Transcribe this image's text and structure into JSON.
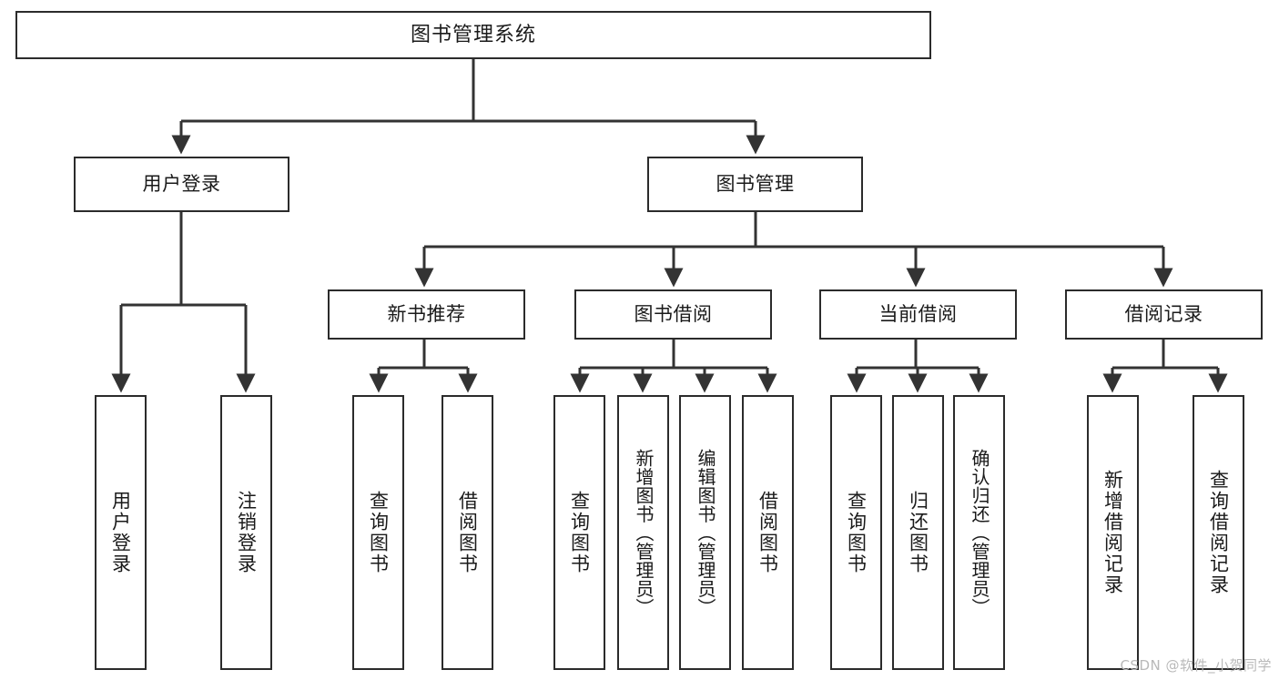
{
  "diagram": {
    "title": "图书管理系统",
    "type": "hierarchy-tree",
    "watermark": "CSDN @软件_小贺同学",
    "colors": {
      "box_border": "#2b2b2b",
      "box_fill": "#ffffff",
      "connector": "#333333",
      "text": "#1a1a1a",
      "watermark": "#b9b9b9"
    },
    "levels": {
      "level1": "系统",
      "level2": "主模块",
      "level3": "子模块",
      "level4": "功能"
    }
  },
  "nodes": {
    "root": {
      "label": "图书管理系统"
    },
    "level2": [
      {
        "id": "user-login",
        "label": "用户登录"
      },
      {
        "id": "book-management",
        "label": "图书管理"
      }
    ],
    "level3": [
      {
        "id": "new-book-recommend",
        "label": "新书推荐"
      },
      {
        "id": "book-borrow",
        "label": "图书借阅"
      },
      {
        "id": "current-borrow",
        "label": "当前借阅"
      },
      {
        "id": "borrow-record",
        "label": "借阅记录"
      }
    ],
    "leaves": {
      "user-login": [
        {
          "id": "login",
          "label": "用户登录"
        },
        {
          "id": "logout",
          "label": "注销登录"
        }
      ],
      "new-book-recommend": [
        {
          "id": "query-book-1",
          "label": "查询图书"
        },
        {
          "id": "borrow-book-1",
          "label": "借阅图书"
        }
      ],
      "book-borrow": [
        {
          "id": "query-book-2",
          "label": "查询图书"
        },
        {
          "id": "add-book",
          "label": "新增图书（管理员）"
        },
        {
          "id": "edit-book",
          "label": "编辑图书（管理员）"
        },
        {
          "id": "borrow-book-2",
          "label": "借阅图书"
        }
      ],
      "current-borrow": [
        {
          "id": "query-book-3",
          "label": "查询图书"
        },
        {
          "id": "return-book",
          "label": "归还图书"
        },
        {
          "id": "confirm-return",
          "label": "确认归还（管理员）"
        }
      ],
      "borrow-record": [
        {
          "id": "add-record",
          "label": "新增借阅记录"
        },
        {
          "id": "query-record",
          "label": "查询借阅记录"
        }
      ]
    }
  }
}
